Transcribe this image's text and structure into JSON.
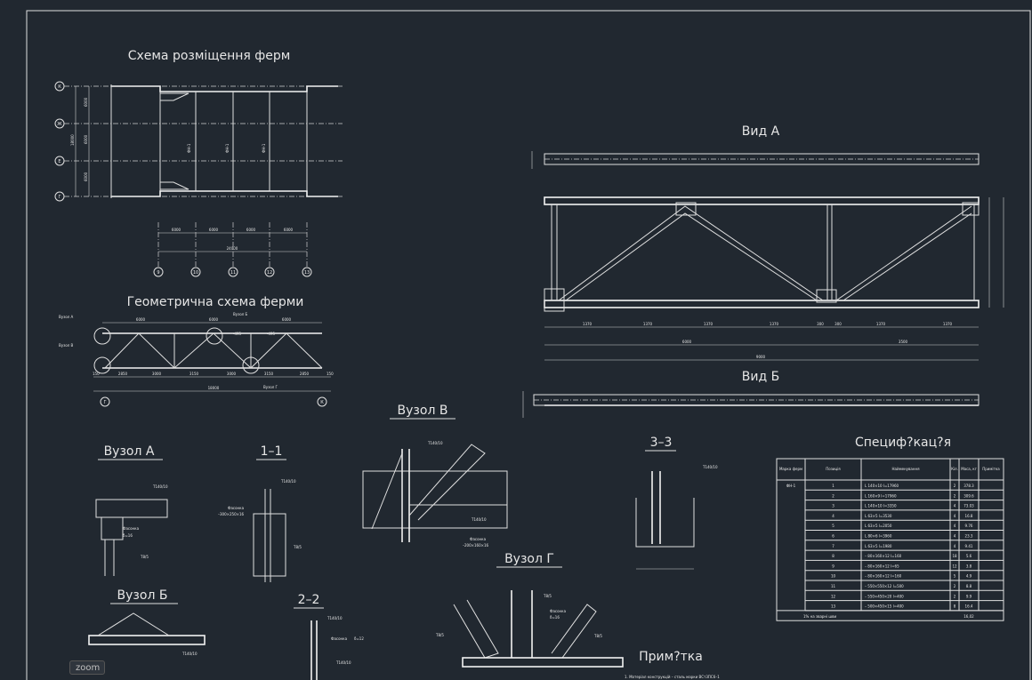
{
  "titles": {
    "layout": "Схема розміщення ферм",
    "geometry": "Геометрична схема ферми",
    "view_a": "Вид А",
    "view_b": "Вид Б",
    "node_a": "Вузол А",
    "node_b": "Вузол Б",
    "node_v": "Вузол В",
    "node_g": "Вузол Г",
    "sec_11": "1–1",
    "sec_22": "2–2",
    "sec_33": "3–3",
    "spec": "Специф?кац?я",
    "notes": "Прим?тка"
  },
  "layout_plan": {
    "axes_letters": [
      "К",
      "Ж",
      "Е",
      "Г"
    ],
    "axes_numbers": [
      "9",
      "10",
      "11",
      "12",
      "13"
    ],
    "spans": [
      "6000",
      "6000",
      "6000",
      "6000"
    ],
    "total": "24000",
    "truss_labels": [
      "ФН-1",
      "ФН-1",
      "ФН-1"
    ],
    "vert_dims": [
      "6000",
      "6000",
      "6000"
    ],
    "vert_total": "18000"
  },
  "geometry_scheme": {
    "top_dims": [
      "6000",
      "6000",
      "6000"
    ],
    "bottom_dims": [
      "2850",
      "3000",
      "3150",
      "3000",
      "3150",
      "2850"
    ],
    "total": "18000",
    "node_labels": [
      "Вузол А",
      "Вузол В",
      "Вузол Б",
      "Вузол Г"
    ],
    "axes": [
      "Г",
      "К"
    ],
    "end_dims": [
      "150",
      "150"
    ],
    "offsets": [
      "-495",
      "-495"
    ]
  },
  "view_a_dims": {
    "bottom": [
      "1370",
      "1370",
      "1370",
      "1370",
      "300",
      "300",
      "1370",
      "1370"
    ],
    "half": "6000",
    "half2": "3500",
    "total": "9000"
  },
  "spec_table": {
    "headers": [
      "Марка ферм",
      "Позиція",
      "Найменування",
      "Кіл.",
      "Маса, кг",
      "Примітка"
    ],
    "mark": "ФН-1",
    "rows": [
      [
        "1",
        "L 140×10 l=17960",
        "2",
        "378.3"
      ],
      [
        "2",
        "L 160×9 l=17960",
        "2",
        "309.6"
      ],
      [
        "3",
        "L 140×10 l=3350",
        "4",
        "73.03"
      ],
      [
        "4",
        "L 63×5 l=3530",
        "4",
        "16.8"
      ],
      [
        "5",
        "L 63×5 l=2050",
        "4",
        "9.76"
      ],
      [
        "6",
        "L 80×6 l=3960",
        "4",
        "23.3"
      ],
      [
        "7",
        "L 63×5 l=1980",
        "4",
        "9.41"
      ],
      [
        "8",
        "– 80×160×12 l=160",
        "18",
        "5.6"
      ],
      [
        "9",
        "– 80×160×12 l=65",
        "12",
        "3.8"
      ],
      [
        "10",
        "– 80×160×12 l=160",
        "5",
        "4.9"
      ],
      [
        "11",
        "– 550×550×12 l=500",
        "2",
        "8.8"
      ],
      [
        "12",
        "– 550×450×20 l=400",
        "2",
        "9.9"
      ],
      [
        "13",
        "– 500×450×15 l=400",
        "8",
        "16.4"
      ]
    ],
    "footer_label": "1% на зварні шви",
    "footer_value": "16,02"
  },
  "node_labels": {
    "weld_t140": "Т140/10",
    "weld_t8": "Т8/5",
    "fasonka": "Фасонка",
    "fas_12": "δ=12",
    "fas_16": "δ=16",
    "fas_size1": "–300×250×16",
    "fas_size2": "–200×160×16"
  },
  "notes_line": "1. Матеріал конструкцій – сталь марки ВСт3ПС6–1",
  "zoom_label": "zoom"
}
